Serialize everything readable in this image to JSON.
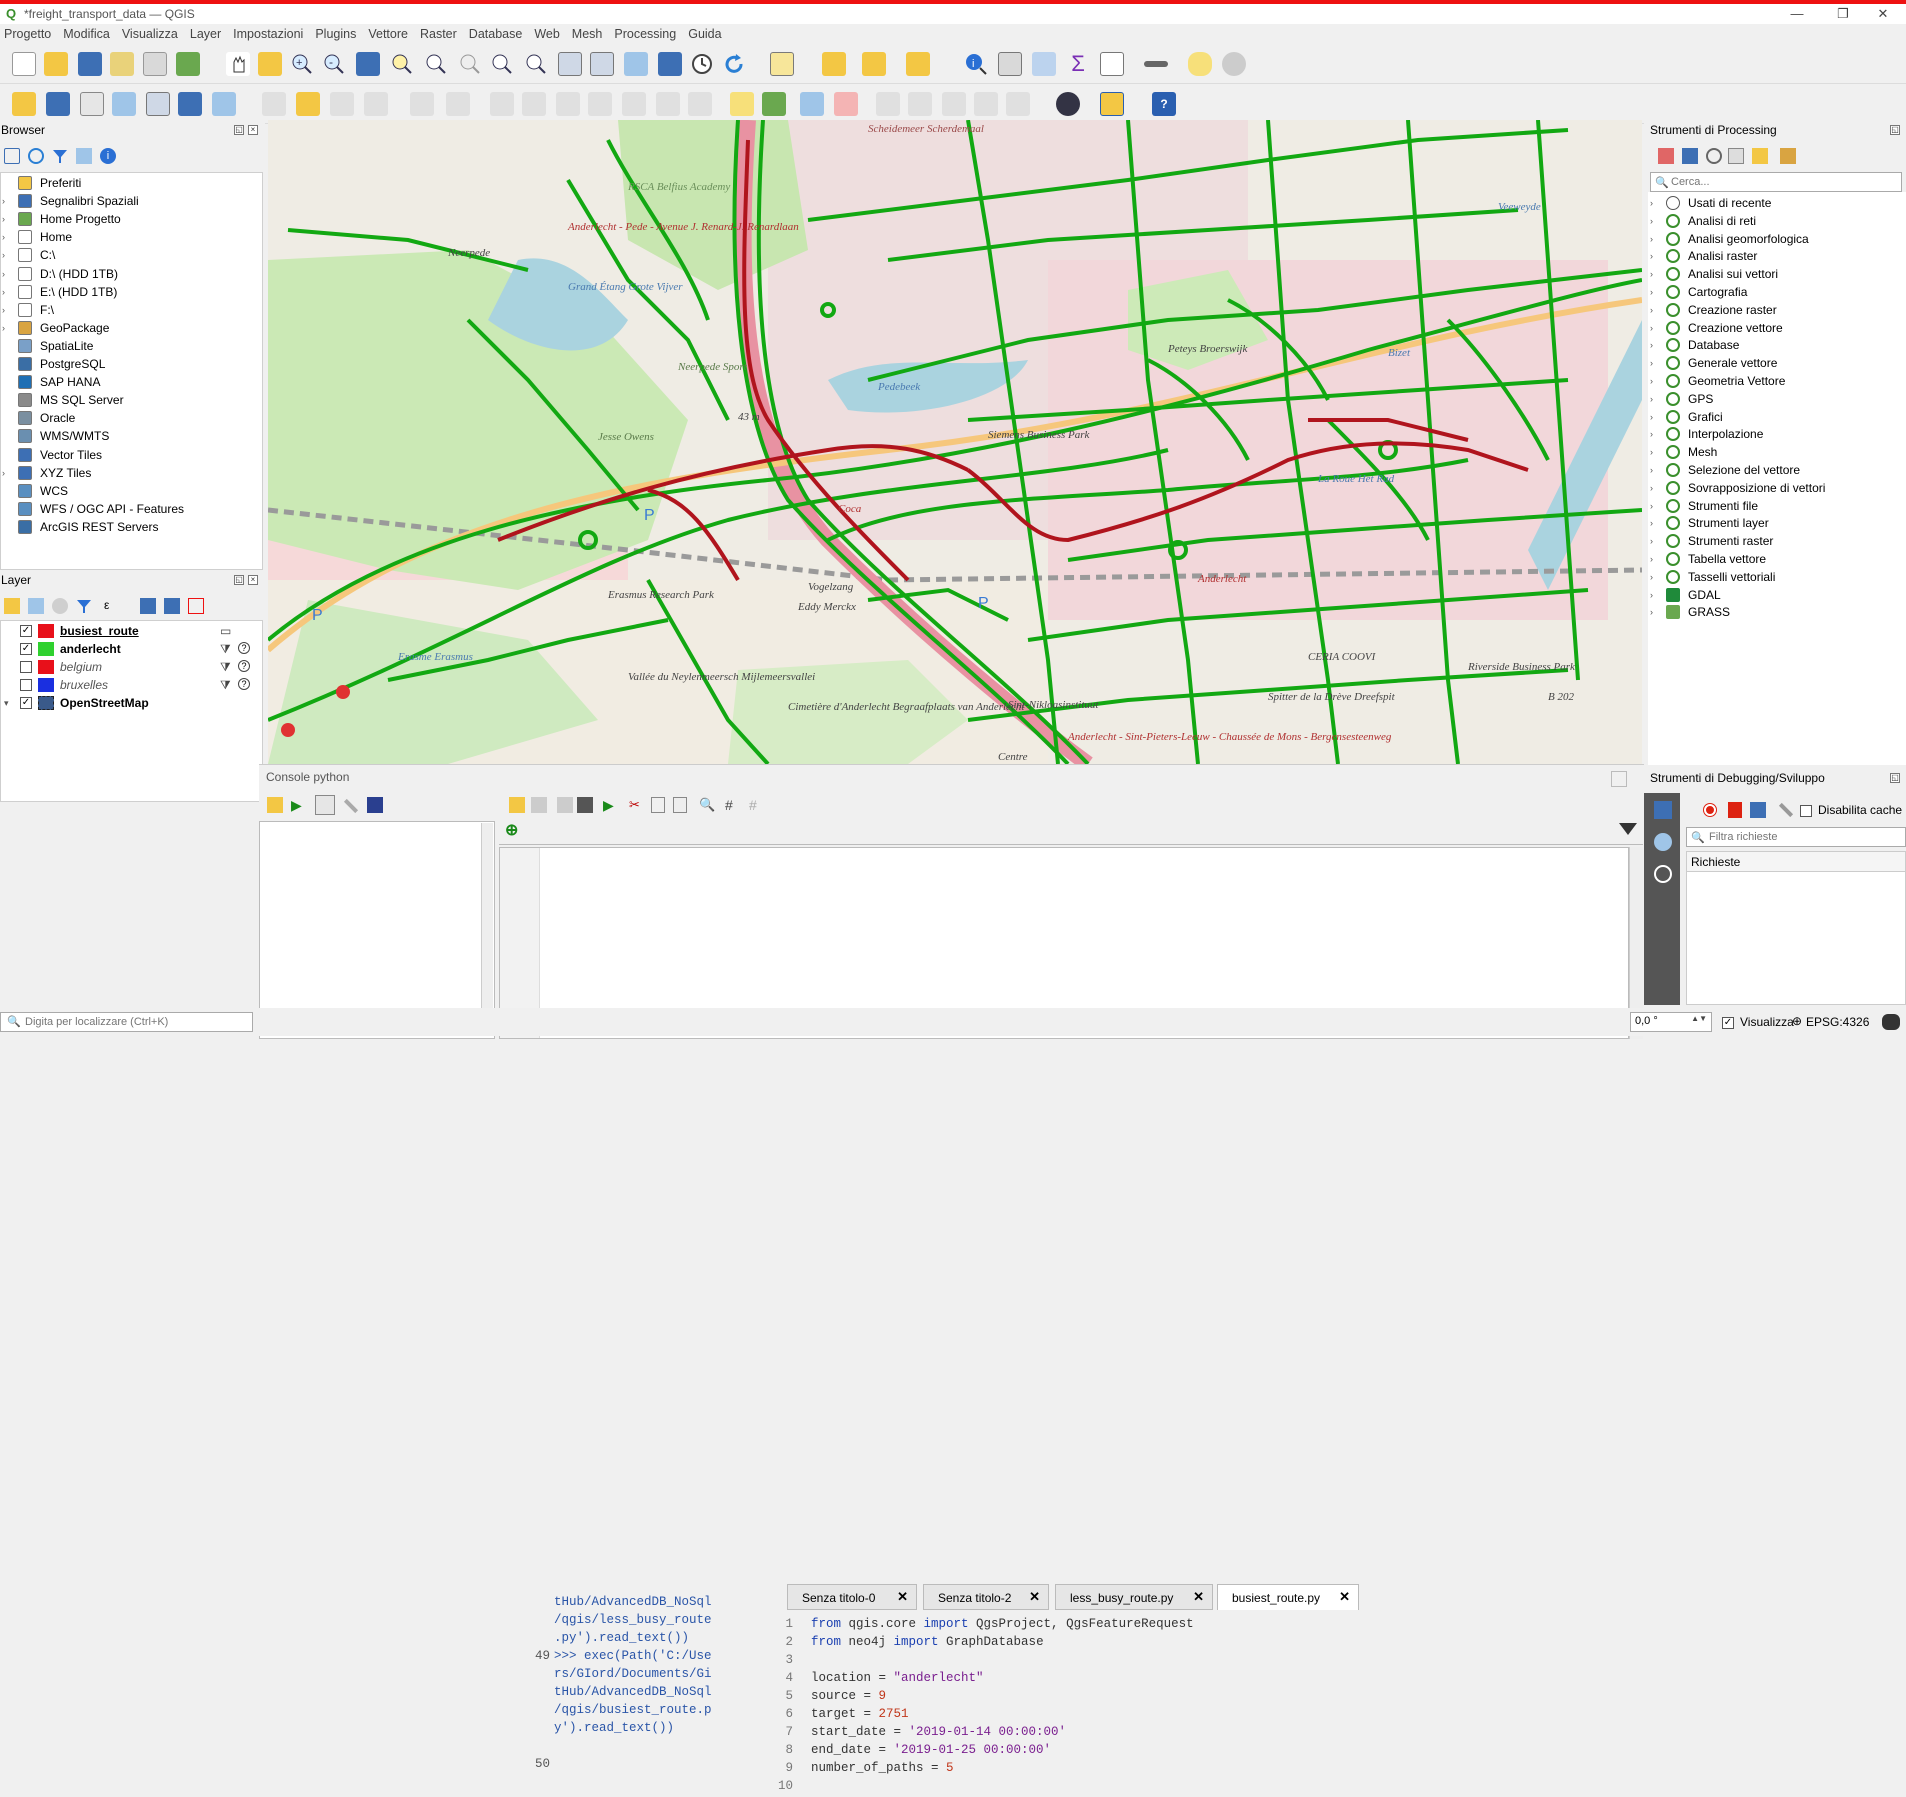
{
  "window": {
    "title": "*freight_transport_data — QGIS",
    "min": "—",
    "max": "❐",
    "close": "✕"
  },
  "menu": [
    "Progetto",
    "Modifica",
    "Visualizza",
    "Layer",
    "Impostazioni",
    "Plugins",
    "Vettore",
    "Raster",
    "Database",
    "Web",
    "Mesh",
    "Processing",
    "Guida"
  ],
  "browser": {
    "title": "Browser",
    "items": [
      {
        "label": "Preferiti",
        "icon": "star-icon",
        "arrow": ""
      },
      {
        "label": "Segnalibri Spaziali",
        "icon": "bookmark-icon",
        "arrow": "›"
      },
      {
        "label": "Home Progetto",
        "icon": "project-home-icon",
        "arrow": "›"
      },
      {
        "label": "Home",
        "icon": "folder-icon",
        "arrow": "›"
      },
      {
        "label": "C:\\",
        "icon": "folder-icon",
        "arrow": "›"
      },
      {
        "label": "D:\\ (HDD 1TB)",
        "icon": "folder-icon",
        "arrow": "›"
      },
      {
        "label": "E:\\ (HDD 1TB)",
        "icon": "folder-icon",
        "arrow": "›"
      },
      {
        "label": "F:\\",
        "icon": "folder-icon",
        "arrow": "›"
      },
      {
        "label": "GeoPackage",
        "icon": "geopackage-icon",
        "arrow": "›"
      },
      {
        "label": "SpatiaLite",
        "icon": "spatialite-icon",
        "arrow": ""
      },
      {
        "label": "PostgreSQL",
        "icon": "postgresql-icon",
        "arrow": ""
      },
      {
        "label": "SAP HANA",
        "icon": "saphana-icon",
        "arrow": ""
      },
      {
        "label": "MS SQL Server",
        "icon": "mssql-icon",
        "arrow": ""
      },
      {
        "label": "Oracle",
        "icon": "oracle-icon",
        "arrow": ""
      },
      {
        "label": "WMS/WMTS",
        "icon": "wms-icon",
        "arrow": ""
      },
      {
        "label": "Vector Tiles",
        "icon": "vector-tiles-icon",
        "arrow": ""
      },
      {
        "label": "XYZ Tiles",
        "icon": "xyz-tiles-icon",
        "arrow": "›"
      },
      {
        "label": "WCS",
        "icon": "wcs-icon",
        "arrow": ""
      },
      {
        "label": "WFS / OGC API - Features",
        "icon": "wfs-icon",
        "arrow": ""
      },
      {
        "label": "ArcGIS REST Servers",
        "icon": "arcgis-icon",
        "arrow": ""
      }
    ]
  },
  "layers": {
    "title": "Layer",
    "items": [
      {
        "label": "busiest_route",
        "checked": true,
        "color": "#e8101a",
        "style": "bold-underline"
      },
      {
        "label": "anderlecht",
        "checked": true,
        "color": "#2fd12f",
        "style": "bold"
      },
      {
        "label": "belgium",
        "checked": false,
        "color": "#e8101a",
        "style": "italic"
      },
      {
        "label": "bruxelles",
        "checked": false,
        "color": "#1a2fe0",
        "style": "italic"
      },
      {
        "label": "OpenStreetMap",
        "checked": true,
        "color": "#3a5a8a",
        "style": "bold"
      }
    ]
  },
  "map": {
    "labels": [
      "Scheidemeer Scherdemaal",
      "RSCA Belfius Academy",
      "Anderlecht - Pede - Avenue J. Renard-J. Renardlaan",
      "Neerpede",
      "Grand Étang Grote Vijver",
      "Neerpede Sport",
      "Jesse Owens",
      "Pedebeek",
      "Siemens Business Park",
      "Coca",
      "Erasmus Research Park",
      "Eddy Merckx",
      "Vallée du Neylenmeersch Mijlemeersvallei",
      "Cimetière d'Anderlecht Begraafplaats van Anderlecht",
      "Sint-Nikloasinstituut",
      "Anderlecht",
      "CERIA COOVI",
      "Riverside Business Park",
      "Anderlecht - Sint-Pieters-Leeuw - Chaussée de Mons - Bergensesteenweg",
      "Veeweyde",
      "Bizet",
      "La Roue Het Rad",
      "Peteys Broerswijk",
      "Erasme Erasmus",
      "Centre",
      "Spitter de la Drève Dreefspit",
      "B 202",
      "Vogelzang",
      "43 m"
    ]
  },
  "processing": {
    "title": "Strumenti di Processing",
    "search_placeholder": "Cerca...",
    "items": [
      "Usati di recente",
      "Analisi di reti",
      "Analisi geomorfologica",
      "Analisi raster",
      "Analisi sui vettori",
      "Cartografia",
      "Creazione raster",
      "Creazione vettore",
      "Database",
      "Generale vettore",
      "Geometria Vettore",
      "GPS",
      "Grafici",
      "Interpolazione",
      "Mesh",
      "Selezione del vettore",
      "Sovrapposizione di vettori",
      "Strumenti file",
      "Strumenti layer",
      "Strumenti raster",
      "Tabella vettore",
      "Tasselli vettoriali",
      "GDAL",
      "GRASS"
    ]
  },
  "console": {
    "title": "Console python",
    "history": [
      {
        "num": "",
        "text": "tHub/AdvancedDB_NoSql"
      },
      {
        "num": "",
        "text": "/qgis/less_busy_route"
      },
      {
        "num": "",
        "text": ".py').read_text())"
      },
      {
        "num": "49",
        "text": ">>> exec(Path('C:/Use"
      },
      {
        "num": "",
        "text": "rs/GIord/Documents/Gi"
      },
      {
        "num": "",
        "text": "tHub/AdvancedDB_NoSql"
      },
      {
        "num": "",
        "text": "/qgis/busiest_route.p"
      },
      {
        "num": "",
        "text": "y').read_text())"
      },
      {
        "num": "",
        "text": ""
      },
      {
        "num": "50",
        "text": ""
      }
    ],
    "prompt": ">>>",
    "tabs": [
      "Senza titolo-0",
      "Senza titolo-2",
      "less_busy_route.py",
      "busiest_route.py"
    ],
    "code": [
      {
        "n": "1",
        "t": "from qgis.core import QgsProject, QgsFeatureRequest"
      },
      {
        "n": "2",
        "t": "from neo4j import GraphDatabase"
      },
      {
        "n": "3",
        "t": ""
      },
      {
        "n": "4",
        "t": "location = \"anderlecht\""
      },
      {
        "n": "5",
        "t": "source = 9"
      },
      {
        "n": "6",
        "t": "target = 2751"
      },
      {
        "n": "7",
        "t": "start_date = '2019-01-14 00:00:00'"
      },
      {
        "n": "8",
        "t": "end_date = '2019-01-25 00:00:00'"
      },
      {
        "n": "9",
        "t": "number_of_paths = 5"
      },
      {
        "n": "10",
        "t": ""
      }
    ]
  },
  "debug": {
    "title": "Strumenti di Debugging/Sviluppo",
    "disable_cache": "Disabilita cache",
    "filter_placeholder": "Filtra richieste",
    "requests": "Richieste"
  },
  "status": {
    "locate_placeholder": "Digita per localizzare (Ctrl+K)",
    "rotation": "0,0 °",
    "render": "Visualizza",
    "crs": "EPSG:4326"
  }
}
